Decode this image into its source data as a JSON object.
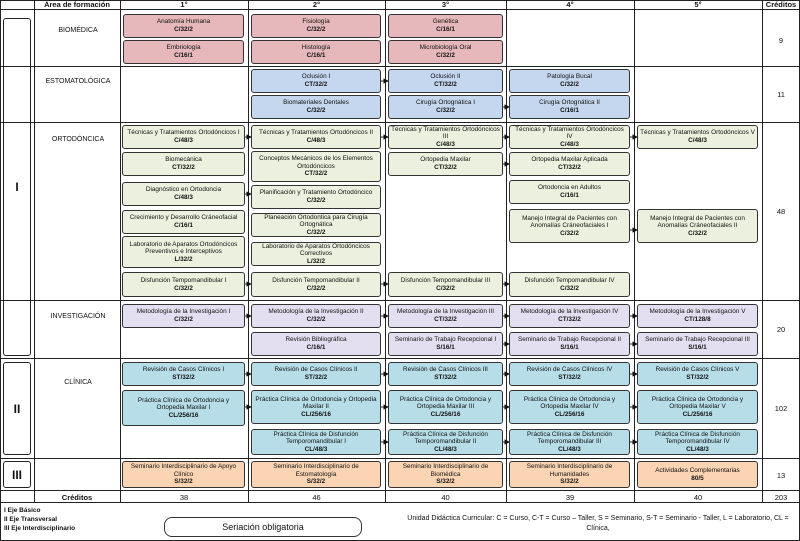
{
  "header": {
    "area": "Área de formación",
    "semesters": [
      "1°",
      "2°",
      "3°",
      "4°",
      "5°"
    ],
    "credits": "Créditos"
  },
  "axes": [
    "I",
    "II",
    "III"
  ],
  "areas": [
    "BIOMÉDICA",
    "ESTOMATOLÓGICA",
    "ORTODÓNCICA",
    "INVESTIGACIÓN",
    "CLÍNICA"
  ],
  "area_credits": [
    "9",
    "11",
    "48",
    "20",
    "102",
    "13"
  ],
  "totals": {
    "label": "Créditos",
    "values": [
      "38",
      "46",
      "40",
      "39",
      "40"
    ],
    "grand": "203"
  },
  "courses": [
    {
      "t": "Anatomía Humana",
      "c": "C/32/2"
    },
    {
      "t": "Embriología",
      "c": "C/16/1"
    },
    {
      "t": "Fisiología",
      "c": "C/32/2"
    },
    {
      "t": "Histología",
      "c": "C/16/1"
    },
    {
      "t": "Genética",
      "c": "C/16/1"
    },
    {
      "t": "Microbiología Oral",
      "c": "C/32/2"
    },
    {
      "t": "Oclusión I",
      "c": "CT/32/2"
    },
    {
      "t": "Biomateriales Dentales",
      "c": "C/32/2"
    },
    {
      "t": "Oclusión II",
      "c": "CT/32/2"
    },
    {
      "t": "Cirugía Ortognática I",
      "c": "C/32/2"
    },
    {
      "t": "Patología Bucal",
      "c": "C/32/2"
    },
    {
      "t": "Cirugía Ortognática II",
      "c": "C/16/1"
    },
    {
      "t": "Técnicas y Tratamientos Ortodóncicos I",
      "c": "C/48/3"
    },
    {
      "t": "Biomecánica",
      "c": "CT/32/2"
    },
    {
      "t": "Diagnóstico en Ortodoncia",
      "c": "C/48/3"
    },
    {
      "t": "Crecimiento y Desarrollo Cráneofacial",
      "c": "C/16/1"
    },
    {
      "t": "Laboratorio de Aparatos Ortodóncicos Preventivos e Interceptivos",
      "c": "L/32/2"
    },
    {
      "t": "Disfunción Tempomandibular I",
      "c": "C/32/2"
    },
    {
      "t": "Técnicas y Tratamientos Ortodóncicos II",
      "c": "C/48/3"
    },
    {
      "t": "Conceptos Mecánicos de los Elementos Ortodóncicos",
      "c": "CT/32/2"
    },
    {
      "t": "Planificación y Tratamiento Ortodóncico",
      "c": "C/32/2"
    },
    {
      "t": "Planeación Ortodontica para Cirugía Ortognática",
      "c": "C/32/2"
    },
    {
      "t": "Laboratorio de Aparatos Ortodóncicos Correctivos",
      "c": "L/32/2"
    },
    {
      "t": "Disfunción Tempomandibular II",
      "c": "C/32/2"
    },
    {
      "t": "Técnicas y Tratamientos Ortodóncicos III",
      "c": "C/48/3"
    },
    {
      "t": "Ortopedia Maxilar",
      "c": "CT/32/2"
    },
    {
      "t": "Disfunción Tempomandibular III",
      "c": "C/32/2"
    },
    {
      "t": "Técnicas y Tratamientos Ortodóncicos IV",
      "c": "C/48/3"
    },
    {
      "t": "Ortopedia Maxilar Aplicada",
      "c": "CT/32/2"
    },
    {
      "t": "Ortodoncia en Adultos",
      "c": "C/16/1"
    },
    {
      "t": "Manejo Integral de Pacientes con Anomalías Cráneofaciales I",
      "c": "C/32/2"
    },
    {
      "t": "Disfunción Tempomandibular IV",
      "c": "C/32/2"
    },
    {
      "t": "Técnicas y Tratamientos Ortodóncicos V",
      "c": "C/48/3"
    },
    {
      "t": "Manejo Integral de Pacientes con Anomalías Cráneofaciales II",
      "c": "C/32/2"
    },
    {
      "t": "Metodología de la Investigación I",
      "c": "C/32/2"
    },
    {
      "t": "Metodología de la Investigación II",
      "c": "C/32/2"
    },
    {
      "t": "Revisión Bibliográfica",
      "c": "C/16/1"
    },
    {
      "t": "Metodología de la Investigación III",
      "c": "CT/32/2"
    },
    {
      "t": "Seminario de Trabajo Recepcional I",
      "c": "S/16/1"
    },
    {
      "t": "Metodología de la Investigación IV",
      "c": "CT/32/2"
    },
    {
      "t": "Seminario de Trabajo Recepcional II",
      "c": "S/16/1"
    },
    {
      "t": "Metodología de la Investigación V",
      "c": "CT/128/8"
    },
    {
      "t": "Seminario de Trabajo Recepcional III",
      "c": "S/16/1"
    },
    {
      "t": "Revisión de Casos Clínicos I",
      "c": "ST/32/2"
    },
    {
      "t": "Práctica Clínica de Ortodoncia y Ortopedia Maxilar I",
      "c": "CL/256/16"
    },
    {
      "t": "Revisión de Casos Clínicos II",
      "c": "ST/32/2"
    },
    {
      "t": "Práctica Clínica de Ortodoncia y Ortopedia Maxilar II",
      "c": "CL/256/16"
    },
    {
      "t": "Práctica Clínica de Disfunción Temporomandibular I",
      "c": "CL/48/3"
    },
    {
      "t": "Revisión de Casos Clínicos III",
      "c": "ST/32/2"
    },
    {
      "t": "Práctica Clínica de Ortodoncia y Ortopedia Maxilar III",
      "c": "CL/256/16"
    },
    {
      "t": "Práctica Clínica de Disfunción Temporomandibular II",
      "c": "CL/48/3"
    },
    {
      "t": "Revisión de Casos Clínicos IV",
      "c": "ST/32/2"
    },
    {
      "t": "Práctica Clínica de Ortodoncia y Ortopedia Maxilar IV",
      "c": "CL/256/16"
    },
    {
      "t": "Práctica Clínica de Disfunción Temporomandibular III",
      "c": "CL/48/3"
    },
    {
      "t": "Revisión de Casos Clínicos V",
      "c": "ST/32/2"
    },
    {
      "t": "Práctica Clínica de Ortodoncia y Ortopedia Maxilar V",
      "c": "CL/256/16"
    },
    {
      "t": "Práctica Clínica de Disfunción Temporomandibular IV",
      "c": "CL/48/3"
    },
    {
      "t": "Seminario Interdisciplinario de Apoyo Clínico",
      "c": "S/32/2"
    },
    {
      "t": "Seminario Interdisciplinario de Estomatología",
      "c": "S/32/2"
    },
    {
      "t": "Seminario Interdisciplinario de Biomédica",
      "c": "S/32/2"
    },
    {
      "t": "Seminario Interdisciplinario de Humanidades",
      "c": "S/32/2"
    },
    {
      "t": "Actividades Complementarias",
      "c": "80/5"
    }
  ],
  "legend": {
    "axes": [
      "I Eje Básico",
      "II Eje Transversal",
      "III Eje Interdisciplinario"
    ],
    "seriation": "Seriación obligatoria",
    "units": "Unidad Didáctica Curricular: C = Curso, C-T = Curso – Taller, S = Seminario, S-T = Seminario - Taller, L = Laboratorio, CL = Clínica,"
  },
  "colors": {
    "biomedica": "#e6b8bb",
    "estomatologica": "#c5d7ef",
    "ortodoncica": "#ebf1de",
    "investigacion": "#e4dff0",
    "clinica": "#b7dee8",
    "interdisciplinaria": "#fbd4b4"
  }
}
